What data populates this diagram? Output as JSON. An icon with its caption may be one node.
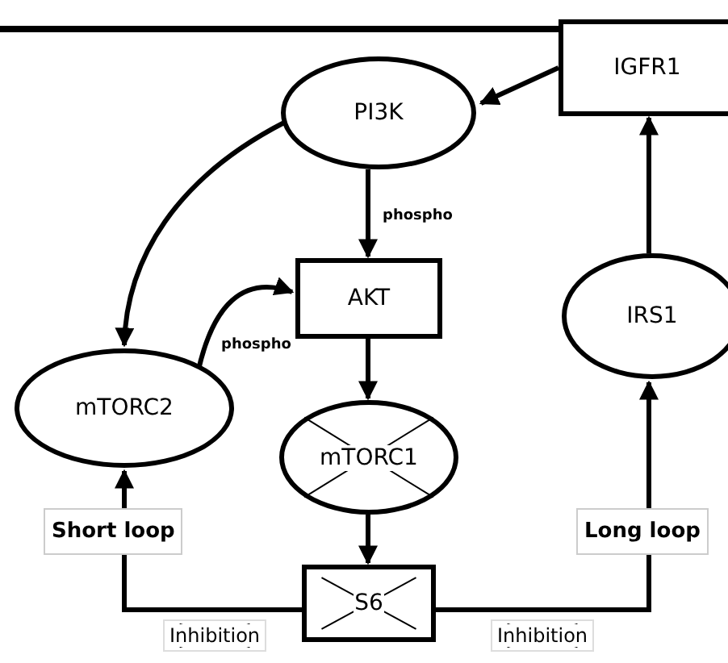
{
  "diagram": {
    "nodes": [
      {
        "text": [
          "IGFR1"
        ]
      },
      {
        "text": [
          "PI3K"
        ]
      },
      {
        "text": [
          "AKT"
        ]
      },
      {
        "text": [
          "IRS1"
        ]
      },
      {
        "text": [
          "mTORC2"
        ]
      },
      {
        "text": [
          "mTORC1"
        ]
      },
      {
        "text": [
          "S6"
        ]
      }
    ],
    "edges": [
      {
        "from": 0,
        "to": 1,
        "arrow": "to"
      },
      {
        "from": 1,
        "to": 2,
        "arrow": "to",
        "label": "phospho"
      },
      {
        "from": 1,
        "to": 4,
        "arrow": "to"
      },
      {
        "from": 4,
        "to": 2,
        "arrow": "to",
        "label": "phospho"
      },
      {
        "from": 2,
        "to": 5,
        "arrow": "to"
      },
      {
        "from": 5,
        "to": 6,
        "arrow": "to"
      },
      {
        "from": 6,
        "to": 4,
        "arrow": "to",
        "label": "Short loop"
      },
      {
        "from": 6,
        "to": 3,
        "arrow": "to",
        "label": "Long loop"
      },
      {
        "from": 3,
        "to": 0,
        "arrow": "to"
      }
    ],
    "labels": [
      "Inhibition",
      "Inhibition"
    ]
  }
}
